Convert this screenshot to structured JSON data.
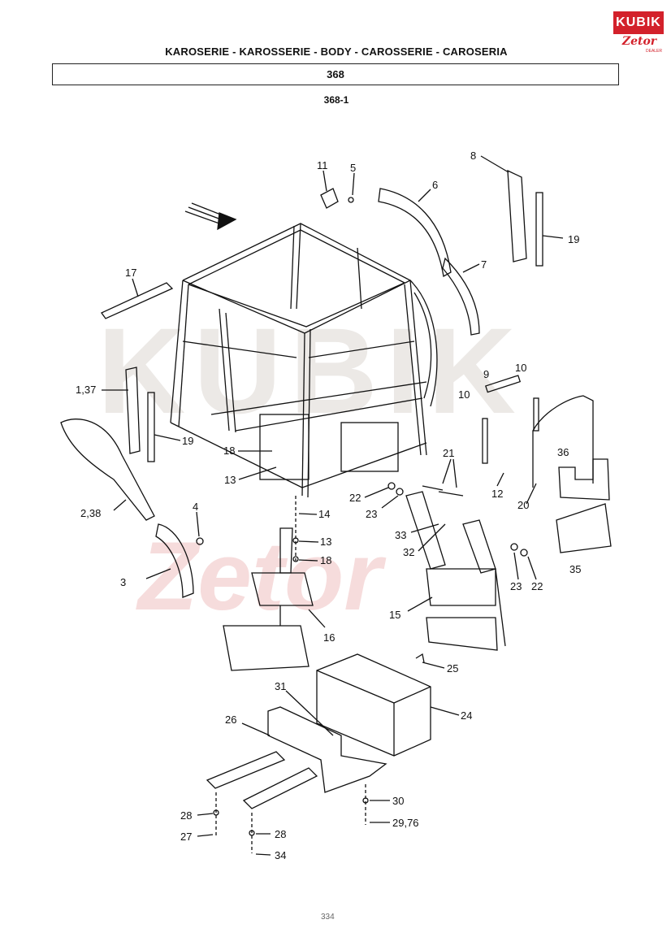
{
  "brand": {
    "logo_top": "KUBIK",
    "logo_bottom": "Zetor",
    "logo_tag": "DEALER"
  },
  "header": {
    "title": "KAROSERIE - KAROSSERIE - BODY - CAROSSERIE - CAROSERIA",
    "section": "368",
    "subsection": "368-1"
  },
  "watermark": {
    "text_1": "KUBIK",
    "text_2": "Zetor"
  },
  "callouts": [
    "11",
    "5",
    "6",
    "8",
    "19",
    "7",
    "17",
    "10",
    "9",
    "1,37",
    "19",
    "18",
    "13",
    "21",
    "36",
    "22",
    "23",
    "12",
    "20",
    "14",
    "4",
    "2,38",
    "33",
    "13",
    "32",
    "18",
    "23",
    "22",
    "35",
    "3",
    "15",
    "16",
    "25",
    "31",
    "24",
    "26",
    "30",
    "28",
    "29,76",
    "28",
    "27",
    "34"
  ],
  "footer": {
    "page": "334"
  },
  "colors": {
    "ink": "#111111",
    "watermark": "#d3212b",
    "box": "#222222"
  }
}
